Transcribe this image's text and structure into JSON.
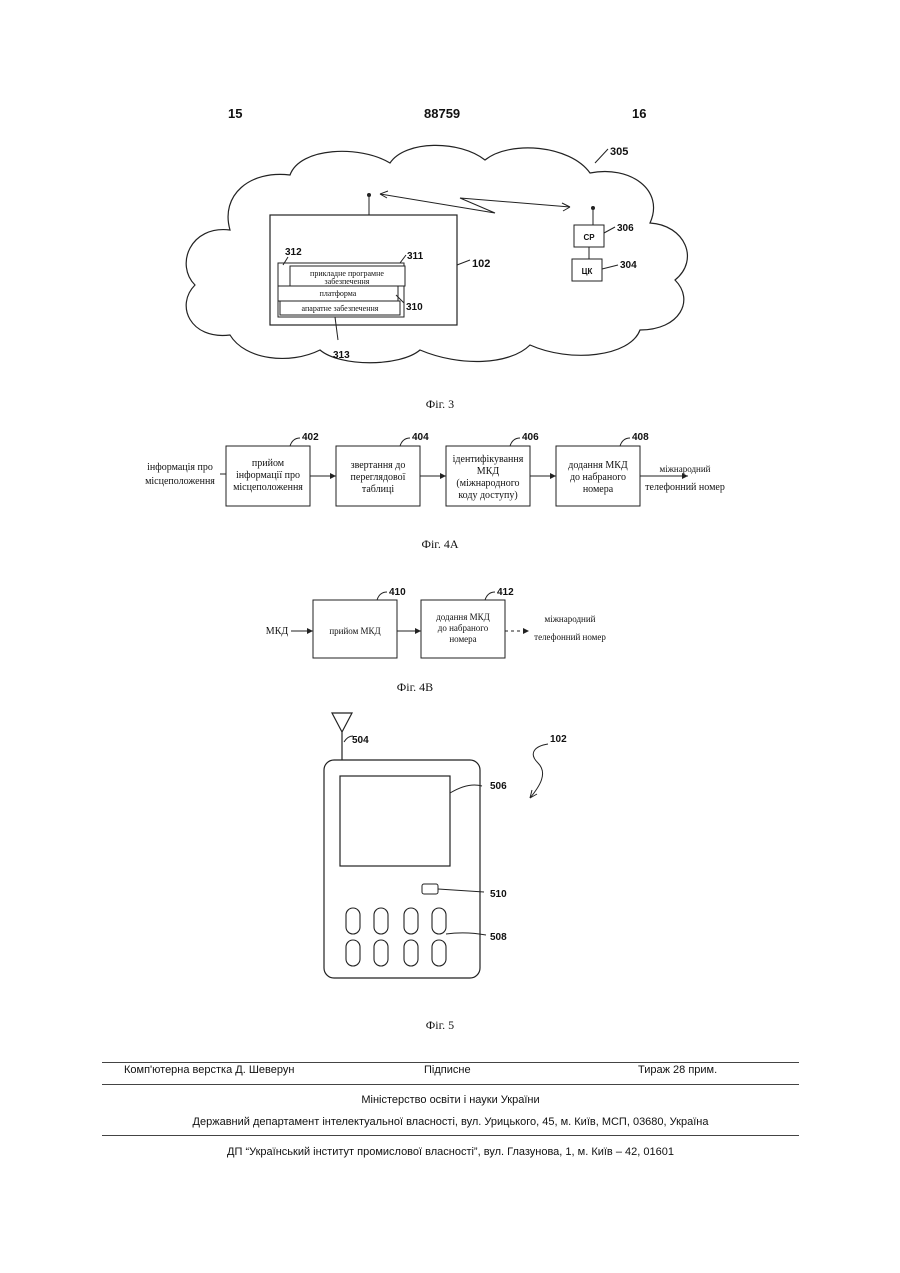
{
  "header": {
    "left_page": "15",
    "patent_number": "88759",
    "right_page": "16"
  },
  "fig3": {
    "caption": "Фіг. 3",
    "labels": {
      "cloud": "305",
      "device": "102",
      "stack": "311",
      "apps_ref": "312",
      "platform_ref": "310",
      "hw_ref": "313",
      "sr": "306",
      "ck": "304"
    },
    "layers": {
      "apps_line1": "прикладне програмне",
      "apps_line2": "забезпечення",
      "platform": "платформа",
      "hardware": "апаратне забезпечення"
    },
    "boxes": {
      "sr": "СР",
      "ck": "ЦК"
    }
  },
  "fig4a": {
    "caption": "Фіг. 4А",
    "input_line1": "інформація про",
    "input_line2": "місцеположення",
    "output_line1": "міжнародний",
    "output_line2": "телефонний номер",
    "blocks": [
      {
        "ref": "402",
        "lines": [
          "прийом",
          "інформації про",
          "місцеположення"
        ]
      },
      {
        "ref": "404",
        "lines": [
          "звертання до",
          "переглядової",
          "таблиці"
        ]
      },
      {
        "ref": "406",
        "lines": [
          "ідентифікування",
          "МКД",
          "(міжнародного",
          "коду доступу)"
        ]
      },
      {
        "ref": "408",
        "lines": [
          "додання МКД",
          "до набраного",
          "номера"
        ]
      }
    ]
  },
  "fig4b": {
    "caption": "Фіг. 4В",
    "input": "МКД",
    "output_line1": "міжнародний",
    "output_line2": "телефонний номер",
    "blocks": [
      {
        "ref": "410",
        "lines": [
          "прийом МКД"
        ]
      },
      {
        "ref": "412",
        "lines": [
          "додання МКД",
          "до набраного",
          "номера"
        ]
      }
    ]
  },
  "fig5": {
    "caption": "Фіг. 5",
    "labels": {
      "antenna": "504",
      "device": "102",
      "display": "506",
      "button": "510",
      "keypad": "508"
    }
  },
  "footer": {
    "layout": "Комп'ютерна верстка Д. Шеверун",
    "signed": "Підписне",
    "circulation": "Тираж 28 прим.",
    "ministry": "Міністерство освіти і науки України",
    "department": "Державний департамент інтелектуальної власності, вул. Урицького, 45, м. Київ, МСП, 03680, Україна",
    "institute": "ДП “Український інститут промислової власності”, вул. Глазунова, 1, м. Київ – 42, 01601"
  }
}
